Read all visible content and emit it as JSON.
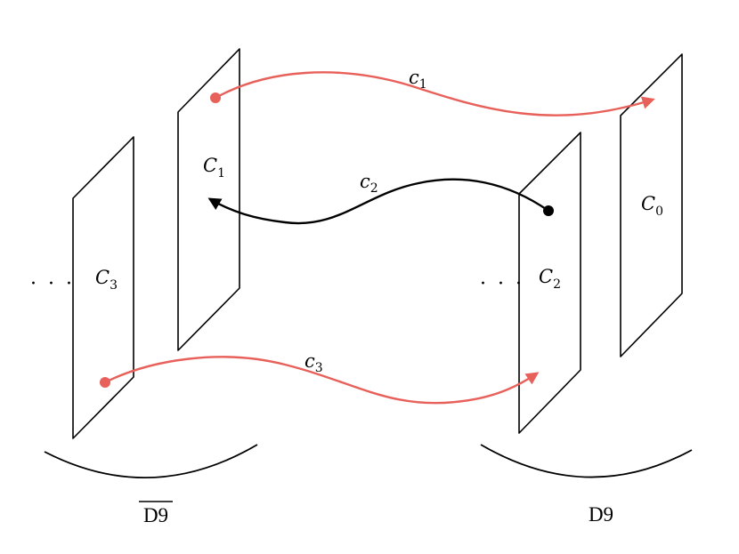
{
  "colors": {
    "red": "#e8605a",
    "black": "#000000"
  },
  "planes": {
    "c3": {
      "base": "C",
      "sub": "3"
    },
    "c1": {
      "base": "C",
      "sub": "1"
    },
    "c2": {
      "base": "C",
      "sub": "2"
    },
    "c0": {
      "base": "C",
      "sub": "0"
    }
  },
  "strings": {
    "s1": {
      "base": "c",
      "sub": "1",
      "color": "red"
    },
    "s2": {
      "base": "c",
      "sub": "2",
      "color": "black"
    },
    "s3": {
      "base": "c",
      "sub": "3",
      "color": "red"
    }
  },
  "ellipsis": {
    "left": "· · ·",
    "right": "· · ·"
  },
  "groups": {
    "left": {
      "label": "D9",
      "overline": true
    },
    "right": {
      "label": "D9",
      "overline": false
    }
  }
}
